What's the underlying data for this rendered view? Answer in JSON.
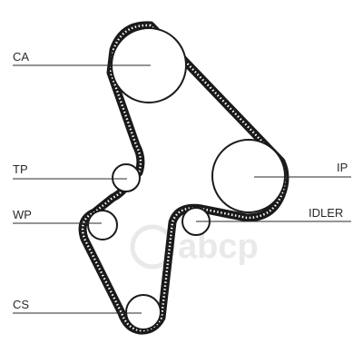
{
  "labels": {
    "ca": "CA",
    "tp": "TP",
    "wp": "WP",
    "cs": "CS",
    "ip": "IP",
    "idler": "IDLER"
  },
  "watermark": "abcp",
  "colors": {
    "belt": "#1a1a1a",
    "line": "#2a2a2a",
    "watermark": "#e9e9e9"
  }
}
